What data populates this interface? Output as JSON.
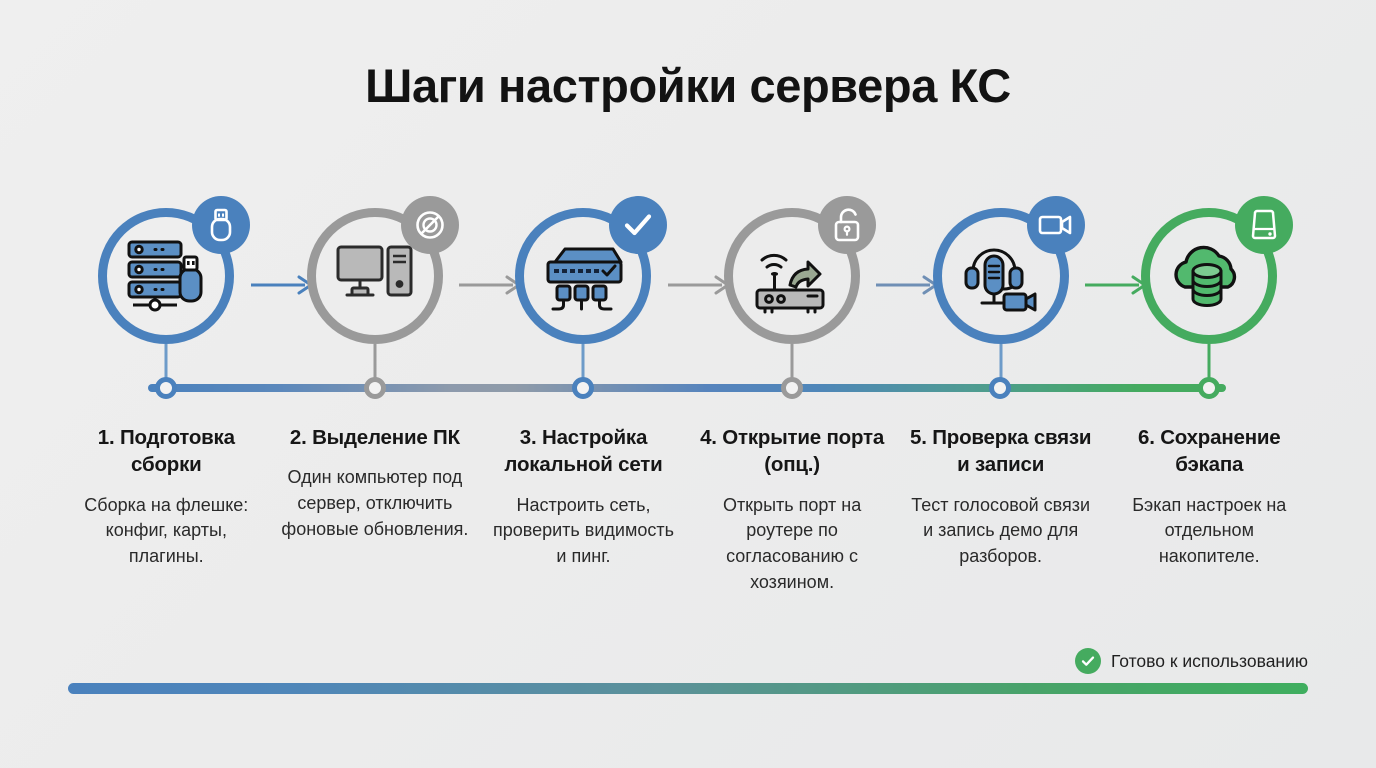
{
  "page": {
    "title": "Шаги настройки сервера КС",
    "background_color": "#eceded",
    "accent_blue": "#4a81bd",
    "accent_gray": "#9a9a9a",
    "accent_green": "#45ab5f"
  },
  "steps": [
    {
      "number": "1",
      "title": "1. Подготовка сборки",
      "description": "Сборка на флешке: конфиг, карты, плагины.",
      "color": "blue",
      "color_hex": "#4a81bd",
      "main_icon": "server-rack-usb-icon",
      "badge_icon": "usb-drive-icon"
    },
    {
      "number": "2",
      "title": "2. Выделение ПК",
      "description": "Один компьютер под сервер, отключить фоновые обновления.",
      "color": "gray",
      "color_hex": "#9a9a9a",
      "main_icon": "desktop-computer-icon",
      "badge_icon": "no-entry-slash-icon"
    },
    {
      "number": "3",
      "title": "3. Настройка локальной сети",
      "description": "Настроить сеть, проверить видимость и пинг.",
      "color": "blue",
      "color_hex": "#4a81bd",
      "main_icon": "network-switch-icon",
      "badge_icon": "checkmark-icon"
    },
    {
      "number": "4",
      "title": "4. Открытие порта (опц.)",
      "description": "Открыть порт на роутере по согласованию с хозяином.",
      "color": "gray",
      "color_hex": "#9a9a9a",
      "main_icon": "wifi-router-forward-icon",
      "badge_icon": "unlocked-padlock-icon"
    },
    {
      "number": "5",
      "title": "5. Проверка связи и записи",
      "description": "Тест голосовой связи и запись демо для разборов.",
      "color": "blue",
      "color_hex": "#4a81bd",
      "main_icon": "headset-microphone-camera-icon",
      "badge_icon": "video-camera-icon"
    },
    {
      "number": "6",
      "title": "6. Сохранение бэкапа",
      "description": "Бэкап настроек на отдельном накопителе.",
      "color": "green",
      "color_hex": "#45ab5f",
      "main_icon": "cloud-database-icon",
      "badge_icon": "external-hard-drive-icon"
    }
  ],
  "arrows": [
    {
      "color_hex": "#4a81bd",
      "name": "arrow-step-1-to-2"
    },
    {
      "color_hex": "#9a9a9a",
      "name": "arrow-step-2-to-3"
    },
    {
      "color_hex": "#9a9a9a",
      "name": "arrow-step-3-to-4"
    },
    {
      "color_hex": "#6f8fb5",
      "name": "arrow-step-4-to-5"
    },
    {
      "color_hex": "#45ab5f",
      "name": "arrow-step-5-to-6"
    }
  ],
  "footer": {
    "status_text": "Готово к использованию",
    "status_icon": "check-circle-icon",
    "status_color": "#45ab5f",
    "bar_gradient_start": "#4a81bd",
    "bar_gradient_end": "#3fae5f"
  }
}
